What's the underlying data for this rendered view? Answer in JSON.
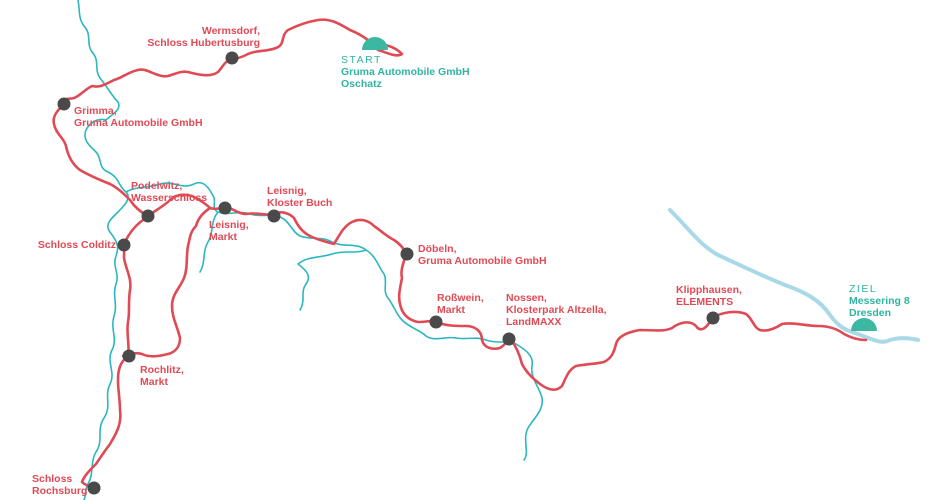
{
  "colors": {
    "route": "#e04a55",
    "river_teal": "#2cb7c0",
    "river_light": "#a9d9e6",
    "stop_marker": "#4a4a4a",
    "endpoint_marker": "#3cb8a2",
    "stop_label": "#e04a55",
    "endpoint_label": "#30b3a0"
  },
  "endpoints": {
    "start": {
      "kicker": "START",
      "line1": "Gruma Automobile GmbH",
      "line2": "Oschatz"
    },
    "finish": {
      "kicker": "ZIEL",
      "line1": "Messering 8",
      "line2": "Dresden"
    }
  },
  "stops": [
    {
      "id": "wermsdorf",
      "line1": "Wermsdorf,",
      "line2": "Schloss Hubertusburg"
    },
    {
      "id": "grimma",
      "line1": "Grimma,",
      "line2": "Gruma Automobile GmbH"
    },
    {
      "id": "podelwitz",
      "line1": "Podelwitz,",
      "line2": "Wasserschloss"
    },
    {
      "id": "colditz",
      "line1": "Schloss Colditz",
      "line2": ""
    },
    {
      "id": "leisnig-markt",
      "line1": "Leisnig,",
      "line2": "Markt"
    },
    {
      "id": "leisnig-kloster",
      "line1": "Leisnig,",
      "line2": "Kloster Buch"
    },
    {
      "id": "doebeln",
      "line1": "Döbeln,",
      "line2": "Gruma Automobile GmbH"
    },
    {
      "id": "rosswein",
      "line1": "Roßwein,",
      "line2": "Markt"
    },
    {
      "id": "nossen",
      "line1": "Nossen,",
      "line2": "Klosterpark Altzella,",
      "line3": "LandMAXX"
    },
    {
      "id": "klipphausen",
      "line1": "Klipphausen,",
      "line2": "ELEMENTS"
    },
    {
      "id": "rochlitz",
      "line1": "Rochlitz,",
      "line2": "Markt"
    },
    {
      "id": "rochsburg",
      "line1": "Schloss",
      "line2": "Rochsburg"
    }
  ]
}
